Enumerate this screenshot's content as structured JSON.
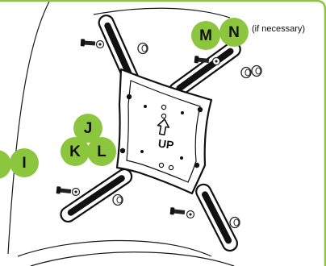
{
  "callouts": {
    "m": "M",
    "n": "N",
    "note": "(if necessary)",
    "j": "J",
    "k": "K",
    "l": "L",
    "i": "I"
  },
  "plate_marking": {
    "up": "UP",
    "arrow": "up-arrow-icon"
  },
  "colors": {
    "frame": "#8cc63f",
    "badge": "#8cc63f",
    "line": "#1a1a1a"
  }
}
